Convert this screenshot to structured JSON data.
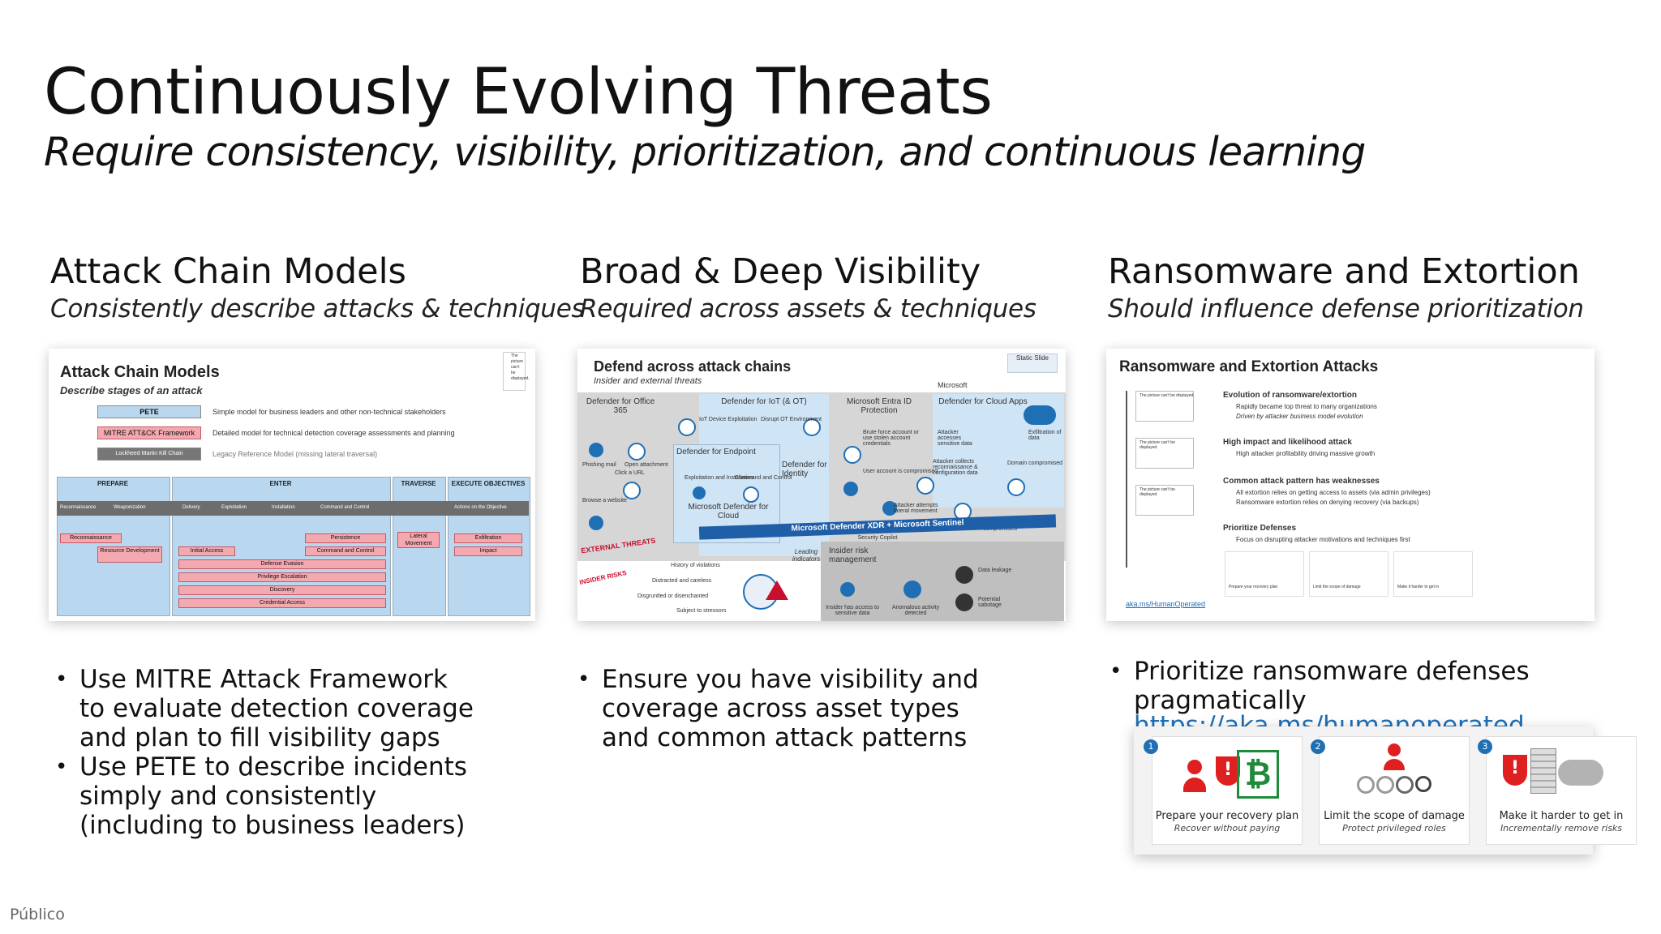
{
  "header": {
    "title": "Continuously Evolving Threats",
    "subtitle": "Require consistency, visibility, prioritization, and continuous learning"
  },
  "columns": [
    {
      "heading": "Attack Chain Models",
      "subheading": "Consistently describe attacks & techniques",
      "bullets": [
        "Use MITRE Attack Framework to evaluate detection coverage and plan to fill visibility gaps",
        "Use PETE to describe incidents simply and consistently (including to business leaders)"
      ]
    },
    {
      "heading": "Broad & Deep Visibility",
      "subheading": "Required across assets & techniques",
      "bullets": [
        "Ensure you have visibility and coverage across asset types and common attack patterns"
      ]
    },
    {
      "heading": "Ransomware and Extortion",
      "subheading": "Should influence defense prioritization",
      "bullets": [
        "Prioritize ransomware defenses pragmatically"
      ],
      "link_partial": "https://aka.ms/humanoperated"
    }
  ],
  "card1": {
    "title": "Attack Chain Models",
    "subtitle": "Describe stages of an attack",
    "models": [
      {
        "name": "PETE",
        "desc": "Simple model for business leaders and other non-technical stakeholders"
      },
      {
        "name": "MITRE ATT&CK Framework",
        "desc": "Detailed model for technical detection coverage assessments and planning"
      },
      {
        "name": "Lockheed Martin Kill Chain",
        "desc": "Legacy Reference Model (missing lateral traversal)"
      }
    ],
    "phases": [
      "PREPARE",
      "ENTER",
      "TRAVERSE",
      "EXECUTE OBJECTIVES"
    ],
    "kill_chain": [
      "Reconnaissance",
      "Weaponization",
      "Delivery",
      "Exploitation",
      "Installation",
      "Command and Control",
      "Actions on the Objective"
    ],
    "mitre": [
      "Reconnaissance",
      "Resource Development",
      "Initial Access",
      "Persistence",
      "Command and Control",
      "Defense Evasion",
      "Privilege Escalation",
      "Discovery",
      "Credential Access",
      "Lateral Movement",
      "Exfiltration",
      "Impact"
    ],
    "note": "The picture can't be displayed."
  },
  "card2": {
    "title": "Defend across attack chains",
    "subtitle": "Insider and external threats",
    "badge": "Static Slide",
    "vendor": "Microsoft",
    "columns": [
      "Defender for Office 365",
      "Defender for IoT (& OT)",
      "Microsoft Entra ID Protection",
      "Defender for Cloud Apps"
    ],
    "mid": [
      "Defender for Endpoint",
      "Defender for Identity",
      "Microsoft Defender for Cloud"
    ],
    "band": "Microsoft Defender XDR + Microsoft Sentinel",
    "band_sub": "Security Copilot",
    "external": "EXTERNAL THREATS",
    "insider": "INSIDER RISKS",
    "insider_items": [
      "History of violations",
      "Distracted and careless",
      "Disgruntled or disenchanted",
      "Subject to stressors"
    ],
    "risk": [
      "Leading indicators",
      "Insider risk management",
      "Insider has access to sensitive data",
      "Anomalous activity detected",
      "Data leakage",
      "Potential sabotage"
    ],
    "labels": [
      "Phishing mail",
      "Open attachment",
      "Click a URL",
      "Browse a website",
      "IoT Device Exploitation",
      "Disrupt OT Environment",
      "Exploitation and Installation",
      "Command and Control",
      "Brute force account or use stolen account credentials",
      "User account is compromised",
      "Attacker accesses sensitive data",
      "Attacker collects reconnaissance & configuration data",
      "Domain compromised",
      "Exfiltration of data",
      "Attacker attempts lateral movement",
      "Privileged account compromised"
    ]
  },
  "card3": {
    "title": "Ransomware and Extortion Attacks",
    "sections": [
      {
        "head": "Evolution of ransomware/extortion",
        "items": [
          "Rapidly became top threat to many organizations",
          "Driven by attacker business model evolution"
        ]
      },
      {
        "head": "High impact and likelihood attack",
        "items": [
          "High attacker profitability driving massive growth"
        ]
      },
      {
        "head": "Common attack pattern has weaknesses",
        "items": [
          "All extortion relies on getting access to assets (via admin privileges)",
          "Ransomware extortion relies on denying recovery (via backups)"
        ]
      },
      {
        "head": "Prioritize Defenses",
        "items": [
          "Focus on disrupting attacker motivations and techniques first"
        ]
      }
    ],
    "link": "aka.ms/HumanOperated",
    "note": "The picture can't be displayed."
  },
  "steps": [
    {
      "num": "1",
      "title": "Prepare your recovery plan",
      "sub": "Recover without paying"
    },
    {
      "num": "2",
      "title": "Limit the scope of damage",
      "sub": "Protect privileged roles"
    },
    {
      "num": "3",
      "title": "Make it harder to get in",
      "sub": "Incrementally remove risks"
    }
  ],
  "footer": "Público",
  "colors": {
    "accent_blue": "#1f6fb5",
    "red": "#e02020",
    "pink": "#f4a9b0"
  }
}
